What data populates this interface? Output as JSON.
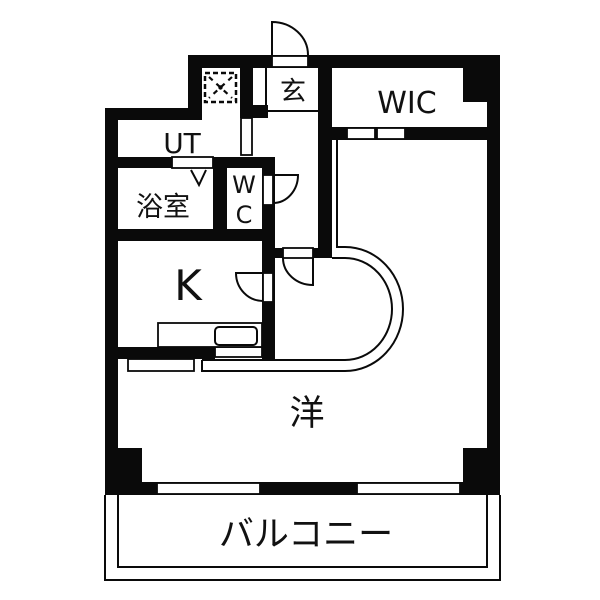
{
  "floor_plan": {
    "rooms": [
      {
        "id": "genkan",
        "label": "玄"
      },
      {
        "id": "walk-in-closet",
        "label": "WIC"
      },
      {
        "id": "utility",
        "label": "UT"
      },
      {
        "id": "bathroom",
        "label": "浴室"
      },
      {
        "id": "wc-line-1",
        "label": "W"
      },
      {
        "id": "wc-line-2",
        "label": "C"
      },
      {
        "id": "kitchen",
        "label": "K"
      },
      {
        "id": "western-room",
        "label": "洋"
      },
      {
        "id": "balcony",
        "label": "バルコニー"
      }
    ],
    "icons": {
      "entrance_door": "door-swing-icon",
      "washer_pan": "washing-machine-pan-icon",
      "kitchen_sink": "sink-icon",
      "windows": "window-icon"
    },
    "colors": {
      "wall": "#0a0a0a",
      "background": "#ffffff"
    }
  }
}
